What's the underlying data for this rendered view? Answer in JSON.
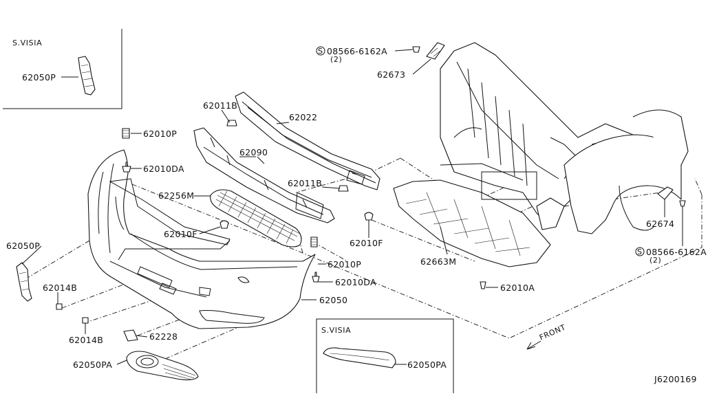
{
  "inset_top_left": {
    "title": "S.VISIA",
    "part": "62050P"
  },
  "inset_bottom": {
    "title": "S.VISIA",
    "part": "62050PA"
  },
  "labels": {
    "p62010P_top": "62010P",
    "p62010DA_top": "62010DA",
    "p62011B_a": "62011B",
    "p62022": "62022",
    "p62090": "62090",
    "p62011B_b": "62011B",
    "p62256M": "62256M",
    "p62010F_left": "62010F",
    "p62050P_left": "62050P",
    "p62014B_a": "62014B",
    "p62014B_b": "62014B",
    "p62228": "62228",
    "p62050PA": "62050PA",
    "p62050": "62050",
    "p62010P_mid": "62010P",
    "p62010DA_mid": "62010DA",
    "p62010F_right": "62010F",
    "p62663M": "62663M",
    "p62010A": "62010A",
    "p62673": "62673",
    "p62674": "62674",
    "screw_top": "08566-6162A",
    "screw_top_qty": "(2)",
    "screw_right": "08566-6162A",
    "screw_right_qty": "(2)",
    "screw_symbol": "S",
    "front": "FRONT",
    "diagram_id": "J6200169"
  }
}
